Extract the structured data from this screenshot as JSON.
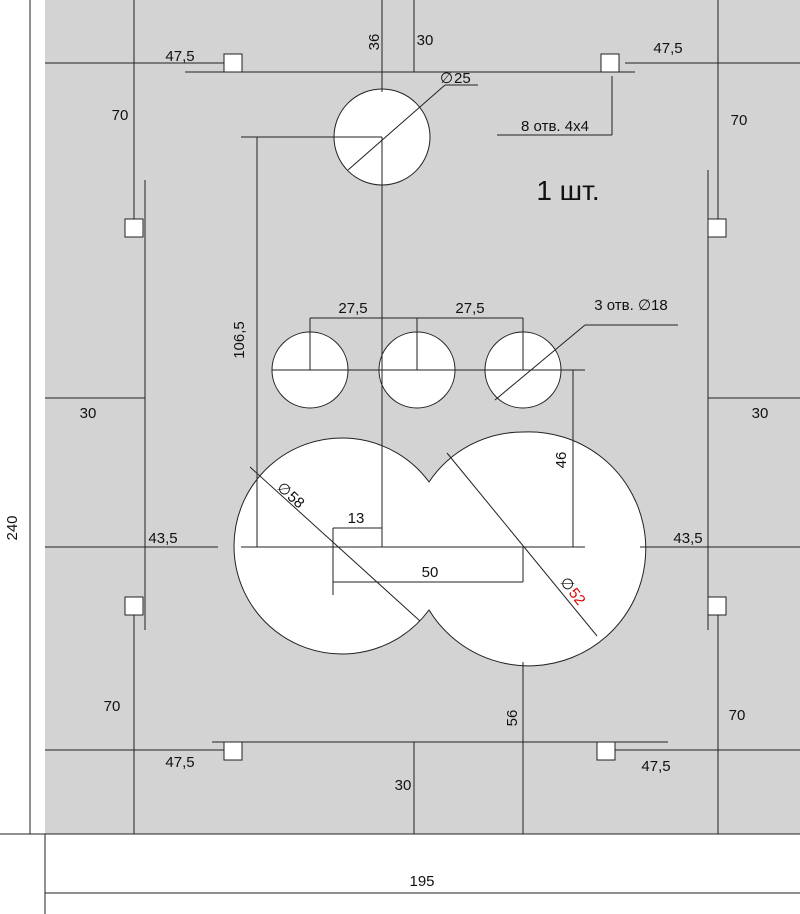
{
  "drawing": {
    "quantity_label": "1 шт.",
    "overall_width": "195",
    "overall_height": "240",
    "square_holes_label": "8 отв. 4х4",
    "small_holes_label": "3 отв. ∅18",
    "top_hole_diameter": "25",
    "big_left_diameter": "58",
    "big_right_diameter": "52",
    "dims": {
      "top_left_offset": "47,5",
      "top_right_offset": "47,5",
      "bottom_left_offset": "47,5",
      "bottom_right_offset": "47,5",
      "top_36": "36",
      "top_30": "30",
      "bottom_30": "30",
      "left_top_70": "70",
      "right_top_70": "70",
      "left_bottom_70": "70",
      "right_bottom_70": "70",
      "left_30": "30",
      "right_30": "30",
      "left_43_5": "43,5",
      "right_43_5": "43,5",
      "spacing_left_27_5": "27,5",
      "spacing_right_27_5": "27,5",
      "height_106_5": "106,5",
      "height_46": "46",
      "offset_13": "13",
      "center_distance_50": "50",
      "bottom_56": "56"
    }
  },
  "colors": {
    "plate": "#d3d3d3",
    "lines": "#222222",
    "red": "#e00000"
  }
}
